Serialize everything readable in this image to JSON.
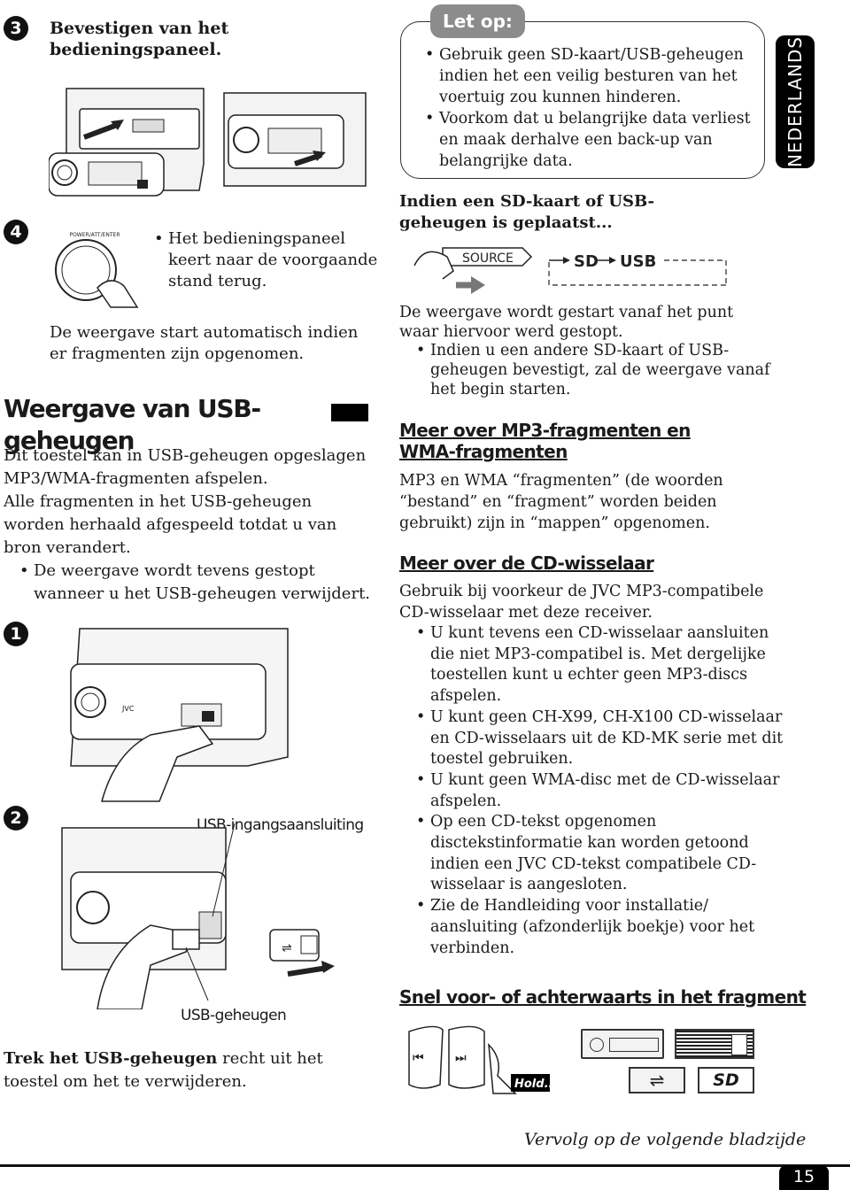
{
  "sidebar": {
    "language_tab": "NEDERLANDS"
  },
  "left": {
    "step3": {
      "num": "3",
      "title": "Bevestigen van het bedieningspaneel."
    },
    "step4": {
      "num": "4",
      "panel_label": "POWER/ATT/ENTER",
      "bullet": "Het bedieningspaneel keert naar de voorgaande stand terug."
    },
    "autostart_text": "De weergave start automatisch indien er fragmenten zijn opgenomen.",
    "usb_heading": "Weergave van USB-geheugen",
    "usb_intro_1": "Dit toestel kan in USB-geheugen opgeslagen MP3/WMA-fragmenten afspelen.",
    "usb_intro_2": "Alle fragmenten in het USB-geheugen worden herhaald afgespeeld totdat u van bron verandert.",
    "usb_bullet": "De weergave wordt tevens gestopt wanneer u het USB-geheugen verwijdert.",
    "step1": {
      "num": "1"
    },
    "step2": {
      "num": "2",
      "label_port": "USB-ingangsaansluiting",
      "label_memory": "USB-geheugen"
    },
    "remove_bold": "Trek het USB-geheugen",
    "remove_rest": " recht uit het toestel om het te verwijderen."
  },
  "right": {
    "note": {
      "title": "Let op:",
      "bullets": [
        "Gebruik geen SD-kaart/USB-geheugen indien het een veilig besturen van het voertuig zou kunnen hinderen.",
        "Voorkom dat u belangrijke data verliest en maak derhalve een back-up van belangrijke data."
      ]
    },
    "sd_heading": "Indien een SD-kaart of USB-geheugen is geplaatst...",
    "source_flow": {
      "button": "SOURCE",
      "first": "SD",
      "second": "USB"
    },
    "resume_text": "De weergave wordt gestart vanaf het punt waar hiervoor werd gestopt.",
    "resume_bullet": "Indien u een andere SD-kaart of USB-geheugen bevestigt, zal de weergave vanaf het begin starten.",
    "mp3": {
      "heading": "Meer over MP3-fragmenten en WMA-fragmenten",
      "text": "MP3 en WMA “fragmenten” (de woorden “bestand” en “fragment” worden beiden gebruikt) zijn in “mappen” opgenomen."
    },
    "cd": {
      "heading": "Meer over de CD-wisselaar",
      "text": "Gebruik bij voorkeur de JVC MP3-compatibele CD-wisselaar met deze receiver.",
      "bullets": [
        "U kunt tevens een CD-wisselaar aansluiten die niet MP3-compatibel is. Met dergelijke toestellen kunt u echter geen MP3-discs afspelen.",
        "U kunt geen CH-X99, CH-X100 CD-wisselaar en CD-wisselaars uit de KD-MK serie met dit toestel gebruiken.",
        "U kunt geen WMA-disc met de CD-wisselaar afspelen.",
        "Op een CD-tekst opgenomen disctekstinformatie kan worden getoond indien een JVC CD-tekst compatibele CD-wisselaar is aangesloten.",
        "Zie de Handleiding voor installatie/ aansluiting (afzonderlijk boekje) voor het verbinden."
      ]
    },
    "seek": {
      "heading": "Snel voor- of achterwaarts in het fragment",
      "hold": "Hold...."
    }
  },
  "footer": {
    "continued": "Vervolg op de volgende bladzijde",
    "page_number": "15"
  }
}
